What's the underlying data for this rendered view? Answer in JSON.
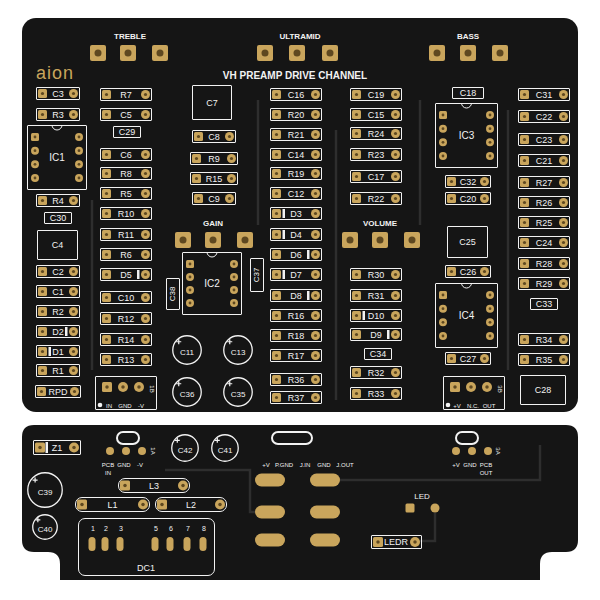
{
  "diagram": {
    "title": "VH PREAMP DRIVE CHANNEL",
    "nodes": [
      {
        "text": [
          "C3"
        ]
      },
      {
        "text": [
          "R3"
        ]
      },
      {
        "text": [
          "IC1"
        ]
      },
      {
        "text": [
          "R4"
        ]
      },
      {
        "text": [
          "C30"
        ]
      },
      {
        "text": [
          "C4"
        ]
      },
      {
        "text": [
          "C2"
        ]
      },
      {
        "text": [
          "C1"
        ]
      },
      {
        "text": [
          "R2"
        ]
      },
      {
        "text": [
          "D2"
        ]
      },
      {
        "text": [
          "D1"
        ]
      },
      {
        "text": [
          "R1"
        ]
      },
      {
        "text": [
          "RPD"
        ]
      },
      {
        "text": [
          "R7"
        ]
      },
      {
        "text": [
          "C5"
        ]
      },
      {
        "text": [
          "C29"
        ]
      },
      {
        "text": [
          "C6"
        ]
      },
      {
        "text": [
          "R8"
        ]
      },
      {
        "text": [
          "R5"
        ]
      },
      {
        "text": [
          "R10"
        ]
      },
      {
        "text": [
          "R11"
        ]
      },
      {
        "text": [
          "R6"
        ]
      },
      {
        "text": [
          "D5"
        ]
      },
      {
        "text": [
          "C10"
        ]
      },
      {
        "text": [
          "R12"
        ]
      },
      {
        "text": [
          "R14"
        ]
      },
      {
        "text": [
          "R13"
        ]
      },
      {
        "text": [
          "IN",
          "GND",
          "-V",
          "1B"
        ]
      },
      {
        "text": [
          "C7"
        ]
      },
      {
        "text": [
          "C8"
        ]
      },
      {
        "text": [
          "R9"
        ]
      },
      {
        "text": [
          "R15"
        ]
      },
      {
        "text": [
          "C9"
        ]
      },
      {
        "text": [
          "C38"
        ]
      },
      {
        "text": [
          "IC2"
        ]
      },
      {
        "text": [
          "C37"
        ]
      },
      {
        "text": [
          "C11"
        ]
      },
      {
        "text": [
          "C13"
        ]
      },
      {
        "text": [
          "C36"
        ]
      },
      {
        "text": [
          "C35"
        ]
      },
      {
        "text": [
          "C16"
        ]
      },
      {
        "text": [
          "R20"
        ]
      },
      {
        "text": [
          "R21"
        ]
      },
      {
        "text": [
          "C14"
        ]
      },
      {
        "text": [
          "R19"
        ]
      },
      {
        "text": [
          "C12"
        ]
      },
      {
        "text": [
          "D3"
        ]
      },
      {
        "text": [
          "D4"
        ]
      },
      {
        "text": [
          "D6"
        ]
      },
      {
        "text": [
          "D7"
        ]
      },
      {
        "text": [
          "D8"
        ]
      },
      {
        "text": [
          "R16"
        ]
      },
      {
        "text": [
          "R18"
        ]
      },
      {
        "text": [
          "R17"
        ]
      },
      {
        "text": [
          "R36"
        ]
      },
      {
        "text": [
          "R37"
        ]
      },
      {
        "text": [
          "C19"
        ]
      },
      {
        "text": [
          "C15"
        ]
      },
      {
        "text": [
          "R24"
        ]
      },
      {
        "text": [
          "R23"
        ]
      },
      {
        "text": [
          "C17"
        ]
      },
      {
        "text": [
          "R22"
        ]
      },
      {
        "text": [
          "R30"
        ]
      },
      {
        "text": [
          "R31"
        ]
      },
      {
        "text": [
          "D10"
        ]
      },
      {
        "text": [
          "D9"
        ]
      },
      {
        "text": [
          "C34"
        ]
      },
      {
        "text": [
          "R32"
        ]
      },
      {
        "text": [
          "R33"
        ]
      },
      {
        "text": [
          "C18"
        ]
      },
      {
        "text": [
          "IC3"
        ]
      },
      {
        "text": [
          "C32"
        ]
      },
      {
        "text": [
          "C20"
        ]
      },
      {
        "text": [
          "C25"
        ]
      },
      {
        "text": [
          "C26"
        ]
      },
      {
        "text": [
          "IC4"
        ]
      },
      {
        "text": [
          "C27"
        ]
      },
      {
        "text": [
          "+V",
          "N.C.",
          "OUT",
          "3B"
        ]
      },
      {
        "text": [
          "C31"
        ]
      },
      {
        "text": [
          "C22"
        ]
      },
      {
        "text": [
          "C23"
        ]
      },
      {
        "text": [
          "C21"
        ]
      },
      {
        "text": [
          "R27"
        ]
      },
      {
        "text": [
          "R26"
        ]
      },
      {
        "text": [
          "R25"
        ]
      },
      {
        "text": [
          "C24"
        ]
      },
      {
        "text": [
          "R28"
        ]
      },
      {
        "text": [
          "R29"
        ]
      },
      {
        "text": [
          "C33"
        ]
      },
      {
        "text": [
          "R34"
        ]
      },
      {
        "text": [
          "R35"
        ]
      },
      {
        "text": [
          "C28"
        ]
      },
      {
        "text": [
          "Z1"
        ]
      },
      {
        "text": [
          "C42"
        ]
      },
      {
        "text": [
          "C41"
        ]
      },
      {
        "text": [
          "C39"
        ]
      },
      {
        "text": [
          "L3"
        ]
      },
      {
        "text": [
          "L1"
        ]
      },
      {
        "text": [
          "L2"
        ]
      },
      {
        "text": [
          "C40"
        ]
      },
      {
        "text": [
          "1",
          "2",
          "3",
          "5",
          "6",
          "7",
          "8",
          "DC1"
        ]
      },
      {
        "text": [
          "LEDR"
        ]
      }
    ],
    "labels": [
      "TREBLE",
      "ULTRAMID",
      "BASS",
      "aion",
      "GAIN",
      "VOLUME",
      "PCB",
      "GND",
      "-V",
      "IN",
      "1A",
      "+V",
      "P.GND",
      "J.IN",
      "GND",
      "J.OUT",
      "+V",
      "GND",
      "PCB",
      "OUT",
      "3A",
      "LED"
    ]
  }
}
